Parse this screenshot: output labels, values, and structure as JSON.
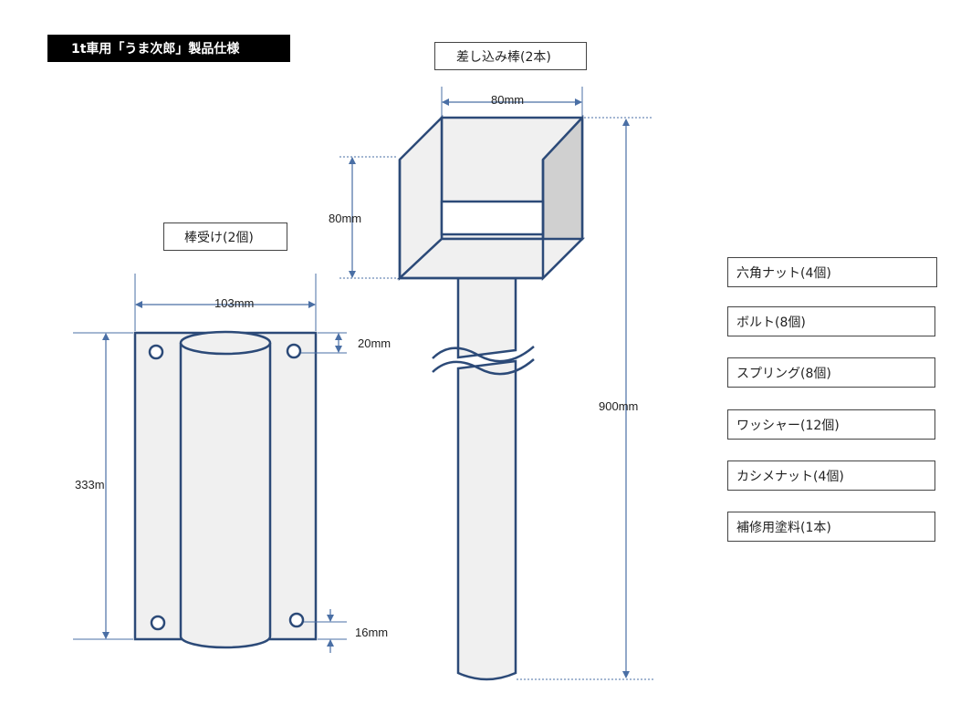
{
  "title": "1t車用「うま次郎」製品仕様",
  "components": {
    "insert_rod": {
      "label": "差し込み棒(2本)"
    },
    "rod_receiver": {
      "label": "棒受け(2個)"
    }
  },
  "dimensions": {
    "rod_width": "80mm",
    "rod_box_height": "80mm",
    "rod_length": "900mm",
    "receiver_width": "103mm",
    "receiver_height": "333m",
    "receiver_top_offset": "20mm",
    "receiver_bottom_offset": "16mm"
  },
  "parts": [
    {
      "label": "六角ナット(4個)"
    },
    {
      "label": "ボルト(8個)"
    },
    {
      "label": "スプリング(8個)"
    },
    {
      "label": "ワッシャー(12個)"
    },
    {
      "label": "カシメナット(4個)"
    },
    {
      "label": "補修用塗料(1本)"
    }
  ],
  "colors": {
    "outline": "#2c4a78",
    "dimension_line": "#4a6fa5",
    "fill_light": "#f0f0f0",
    "fill_shade": "#d0d0d0"
  }
}
